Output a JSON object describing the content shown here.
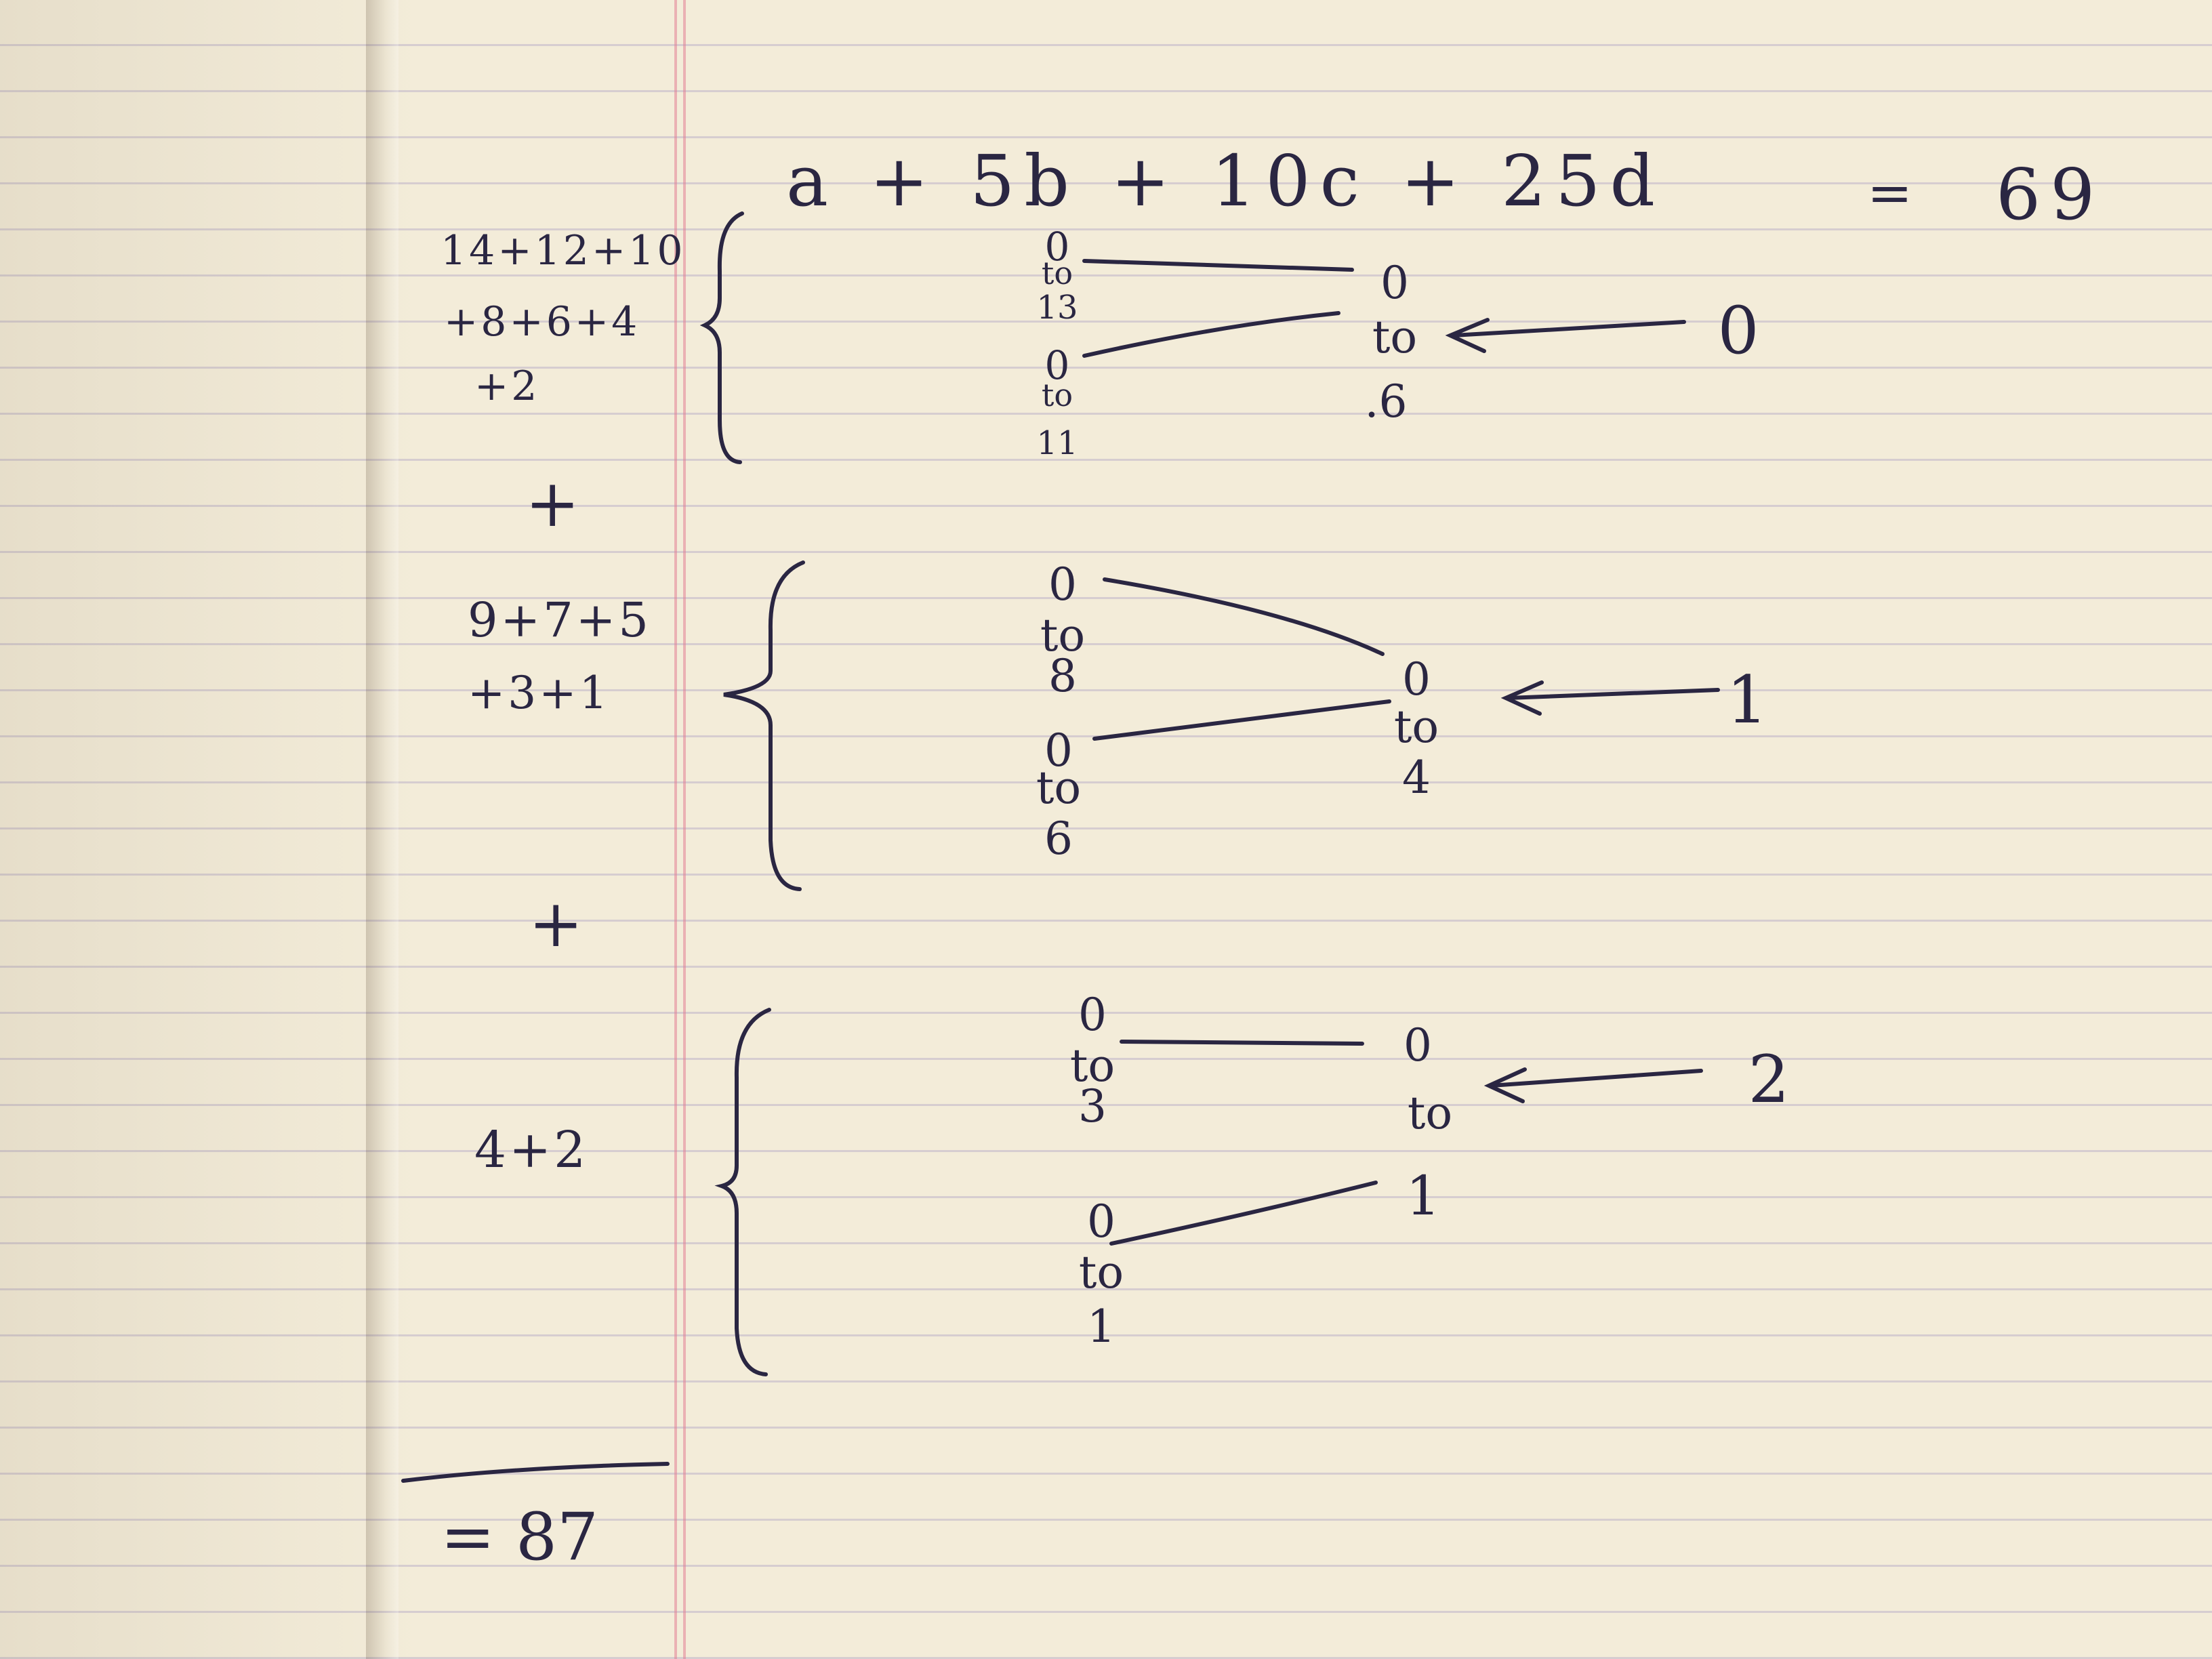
{
  "equation": {
    "lhs": "a + 5b + 10c + 25d",
    "equals": "=",
    "rhs": "69"
  },
  "sums": {
    "group1": [
      "14+12+10",
      "+8+6+4",
      "+2"
    ],
    "plus1": "+",
    "group2": [
      "9+7+5",
      "+3+1"
    ],
    "plus2": "+",
    "group3": [
      "4+2"
    ]
  },
  "result": "= 87",
  "groups": [
    {
      "b_ranges": [
        {
          "from": "0",
          "to_word": "to",
          "to": "13"
        },
        {
          "from": "0",
          "to_word": "to",
          "to": "11"
        }
      ],
      "c_range": {
        "from": "0",
        "to_word": "to",
        "to": ".6"
      },
      "d_value": "0"
    },
    {
      "b_ranges": [
        {
          "from": "0",
          "to_word": "to",
          "to": "8"
        },
        {
          "from": "0",
          "to_word": "to",
          "to": "6"
        }
      ],
      "c_range": {
        "from": "0",
        "to_word": "to",
        "to": "4"
      },
      "d_value": "1"
    },
    {
      "b_ranges": [
        {
          "from": "0",
          "to_word": "to",
          "to": "3"
        },
        {
          "from": "0",
          "to_word": "to",
          "to": "1"
        }
      ],
      "c_range": {
        "from": "0",
        "to_word": "to",
        "to": "1"
      },
      "d_value": "2"
    }
  ],
  "colors": {
    "ink": "#2a2642",
    "paper": "#f3ecd9",
    "rule": "#bdb3c8",
    "margin": "#e08296"
  }
}
